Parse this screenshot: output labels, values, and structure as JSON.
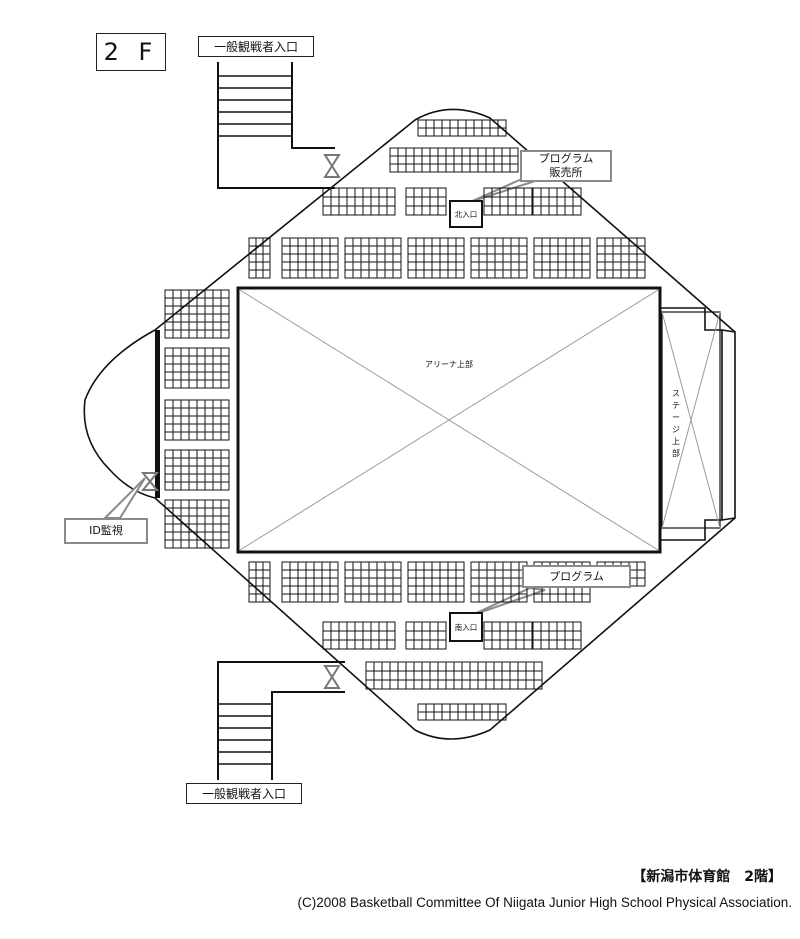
{
  "floor_label": "2 F",
  "entrances": {
    "top_general": "一般観戦者入口",
    "bottom_general": "一般観戦者入口",
    "north": "北入口",
    "south": "南入口"
  },
  "callouts": {
    "program_sales_line1": "プログラム",
    "program_sales_line2": "販売所",
    "program": "プログラム",
    "id_check": "ID監視"
  },
  "areas": {
    "arena": "アリーナ上部",
    "stage": "ステージ上部"
  },
  "footer": {
    "venue_title": "【新潟市体育館　2階】",
    "copyright": "(C)2008 Basketball Committee Of Niigata Junior High School Physical Association."
  },
  "colors": {
    "line": "#111111",
    "callout_border": "#8a8a8a",
    "cross_lines": "#9a9a9a",
    "background": "#ffffff"
  },
  "icons": [
    "stairs-icon",
    "hourglass-gate-icon"
  ]
}
